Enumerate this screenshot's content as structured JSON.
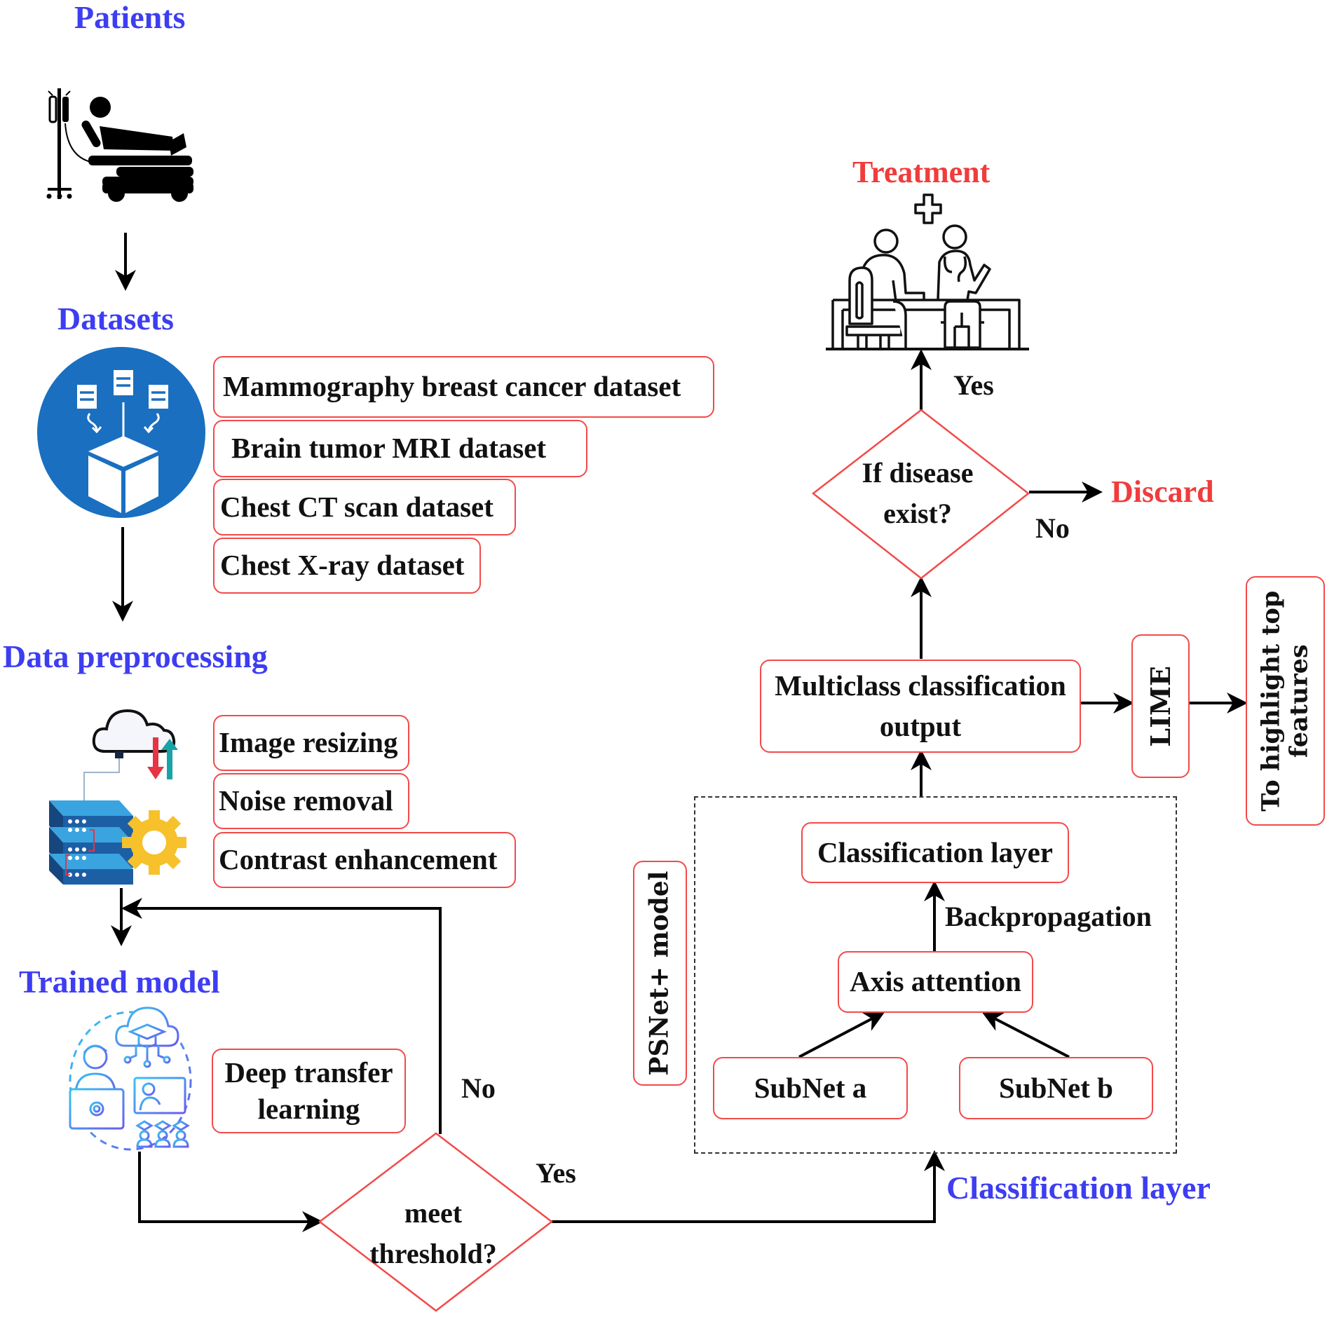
{
  "left_flow": {
    "patients_title": "Patients",
    "datasets_title": "Datasets",
    "datasets": [
      "Mammography breast cancer dataset",
      "Brain tumor MRI dataset",
      "Chest CT scan dataset",
      "Chest X-ray dataset"
    ],
    "preprocessing_title": "Data preprocessing",
    "preprocessing_steps": [
      "Image resizing",
      "Noise removal",
      "Contrast enhancement"
    ],
    "trained_model_title": "Trained model",
    "trained_model_method_line1": "Deep transfer",
    "trained_model_method_line2": "learning",
    "threshold_decision_line1": "meet",
    "threshold_decision_line2": "threshold?",
    "threshold_no_label": "No",
    "threshold_yes_label": "Yes"
  },
  "classification": {
    "section_title": "Classification layer",
    "model_label": "PSNet+ model",
    "classification_layer_box": "Classification layer",
    "backprop_label": "Backpropagation",
    "axis_attention_box": "Axis attention",
    "subnet_a": "SubNet a",
    "subnet_b": "SubNet b"
  },
  "output_flow": {
    "multiclass_line1": "Multiclass classification",
    "multiclass_line2": "output",
    "lime_box": "LIME",
    "highlight_line1": "To highlight top",
    "highlight_line2": "features",
    "disease_decision_line1": "If disease",
    "disease_decision_line2": "exist?",
    "disease_yes_label": "Yes",
    "disease_no_label": "No",
    "discard_label": "Discard",
    "treatment_label": "Treatment"
  },
  "colors": {
    "section_title_blue": "#3d3df2",
    "outcome_red": "#f03c3c",
    "box_border_red": "#f24a4a",
    "dataset_icon_blue": "#1a6fc0"
  },
  "icons": {
    "patients": "patient-in-bed-icon",
    "datasets": "dataset-collection-icon",
    "preprocessing": "cloud-server-gear-icon",
    "trained_model": "online-training-icon",
    "treatment": "doctor-consultation-icon"
  }
}
